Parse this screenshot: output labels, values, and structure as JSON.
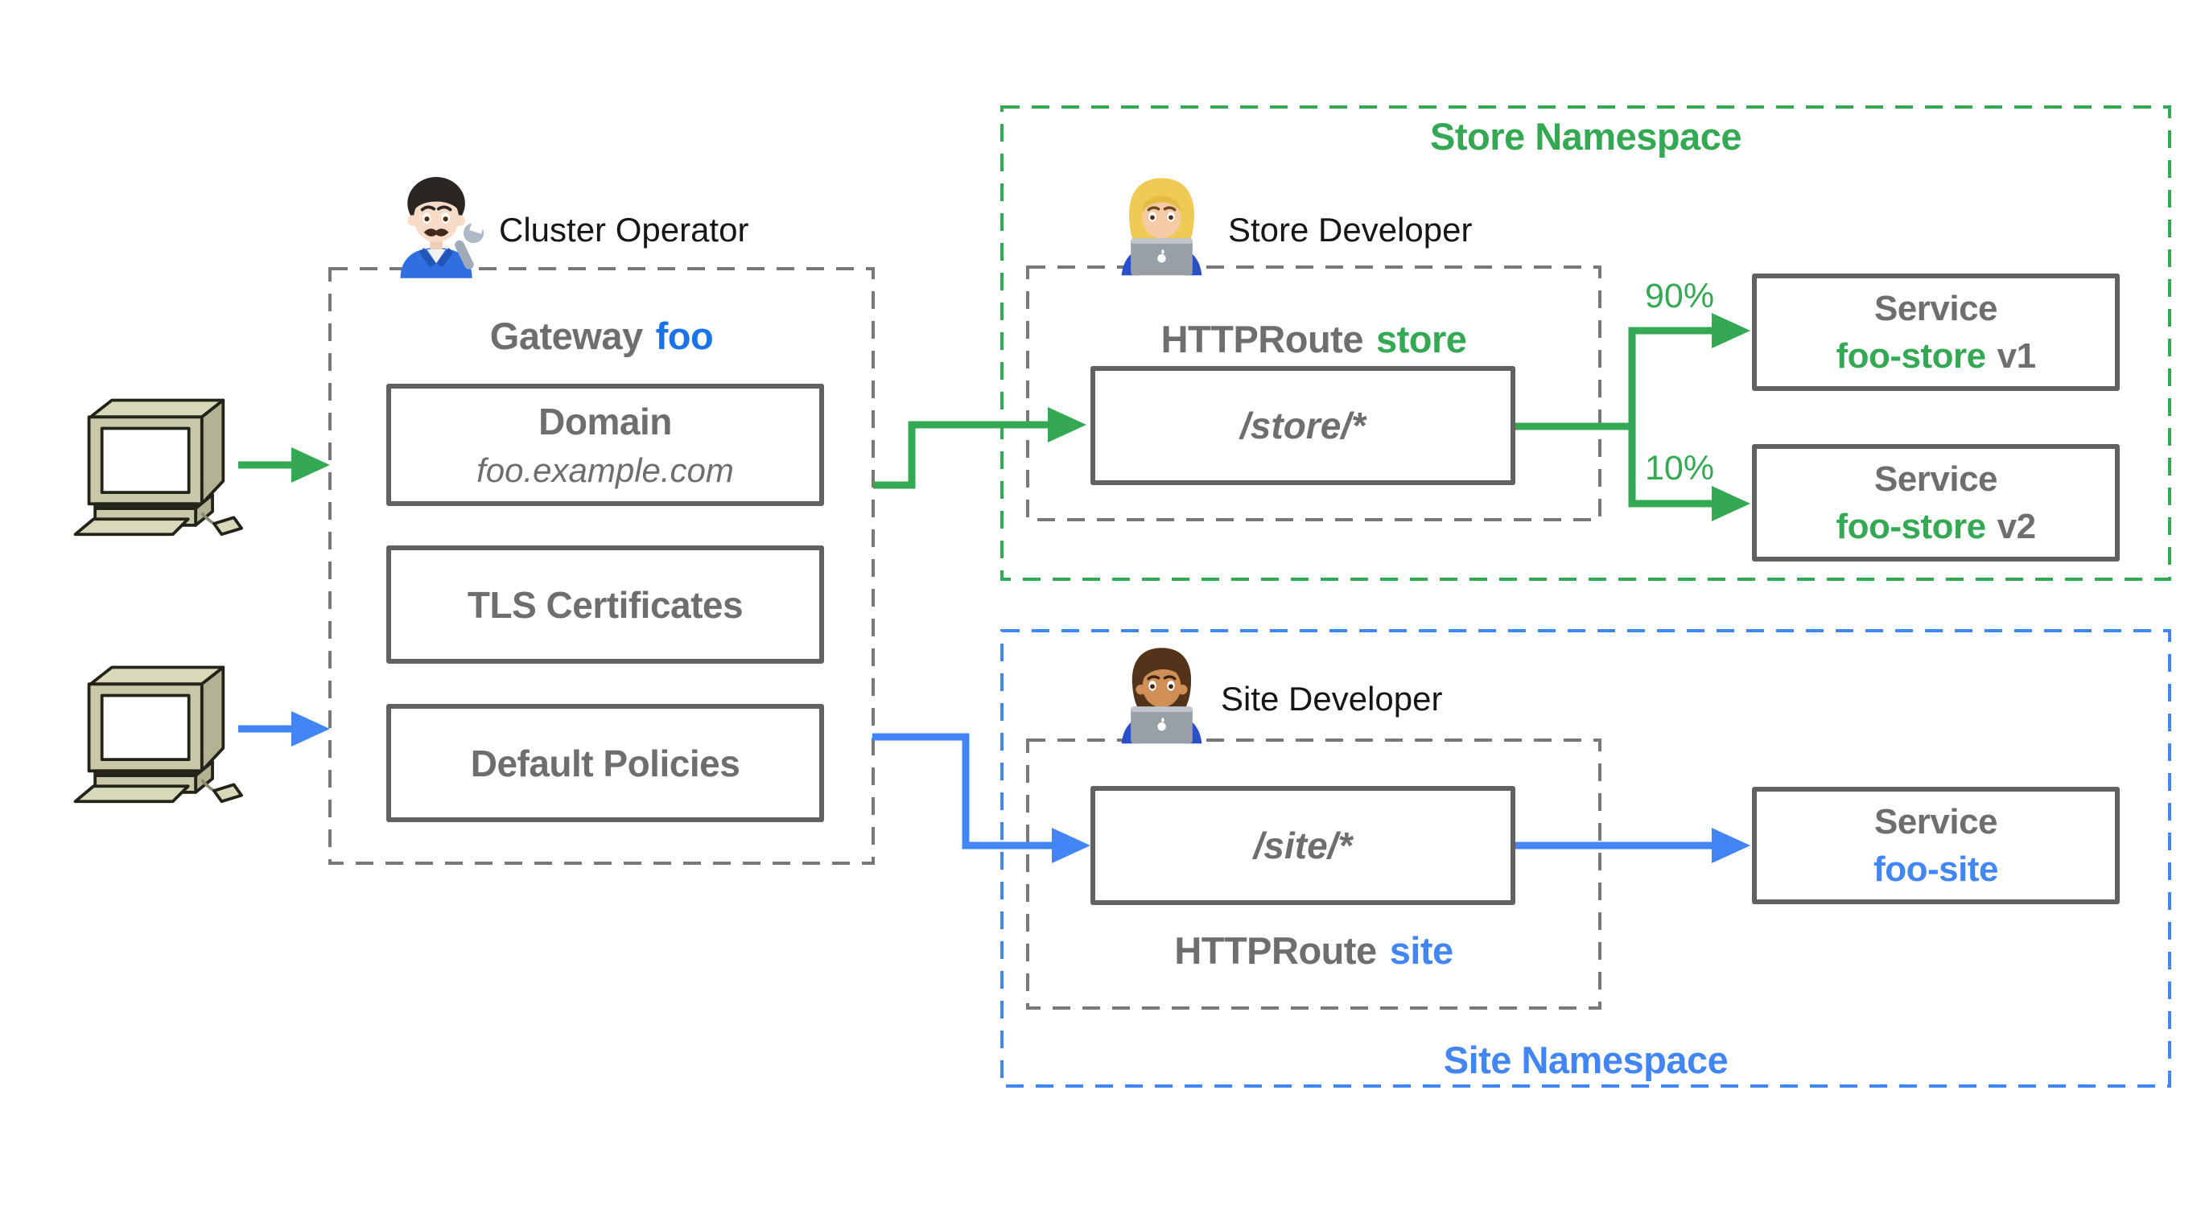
{
  "actors": {
    "cluster_operator": "Cluster Operator",
    "store_developer": "Store Developer",
    "site_developer": "Site Developer"
  },
  "gateway": {
    "title": {
      "prefix": "Gateway",
      "name": "foo"
    },
    "cards": {
      "domain": {
        "title": "Domain",
        "value": "foo.example.com"
      },
      "tls": "TLS Certificates",
      "policies": "Default Policies"
    }
  },
  "store_namespace": {
    "title": "Store Namespace",
    "httproute": {
      "prefix": "HTTPRoute",
      "name": "store",
      "path": "/store/*"
    },
    "split": {
      "v1": "90%",
      "v2": "10%"
    },
    "services": [
      {
        "kind": "Service",
        "name": "foo-store",
        "version": "v1"
      },
      {
        "kind": "Service",
        "name": "foo-store",
        "version": "v2"
      }
    ]
  },
  "site_namespace": {
    "title": "Site Namespace",
    "httproute": {
      "prefix": "HTTPRoute",
      "name": "site",
      "path": "/site/*"
    },
    "service": {
      "kind": "Service",
      "name": "foo-site"
    }
  },
  "colors": {
    "green": "#34a853",
    "blue": "#4285f4",
    "gateway_name_blue": "#1a73e8",
    "gray_text": "#6e6e6e",
    "solid_border_gray": "#616161",
    "dashed_gray": "#787878",
    "computer_beige": "#c9c9a9"
  }
}
